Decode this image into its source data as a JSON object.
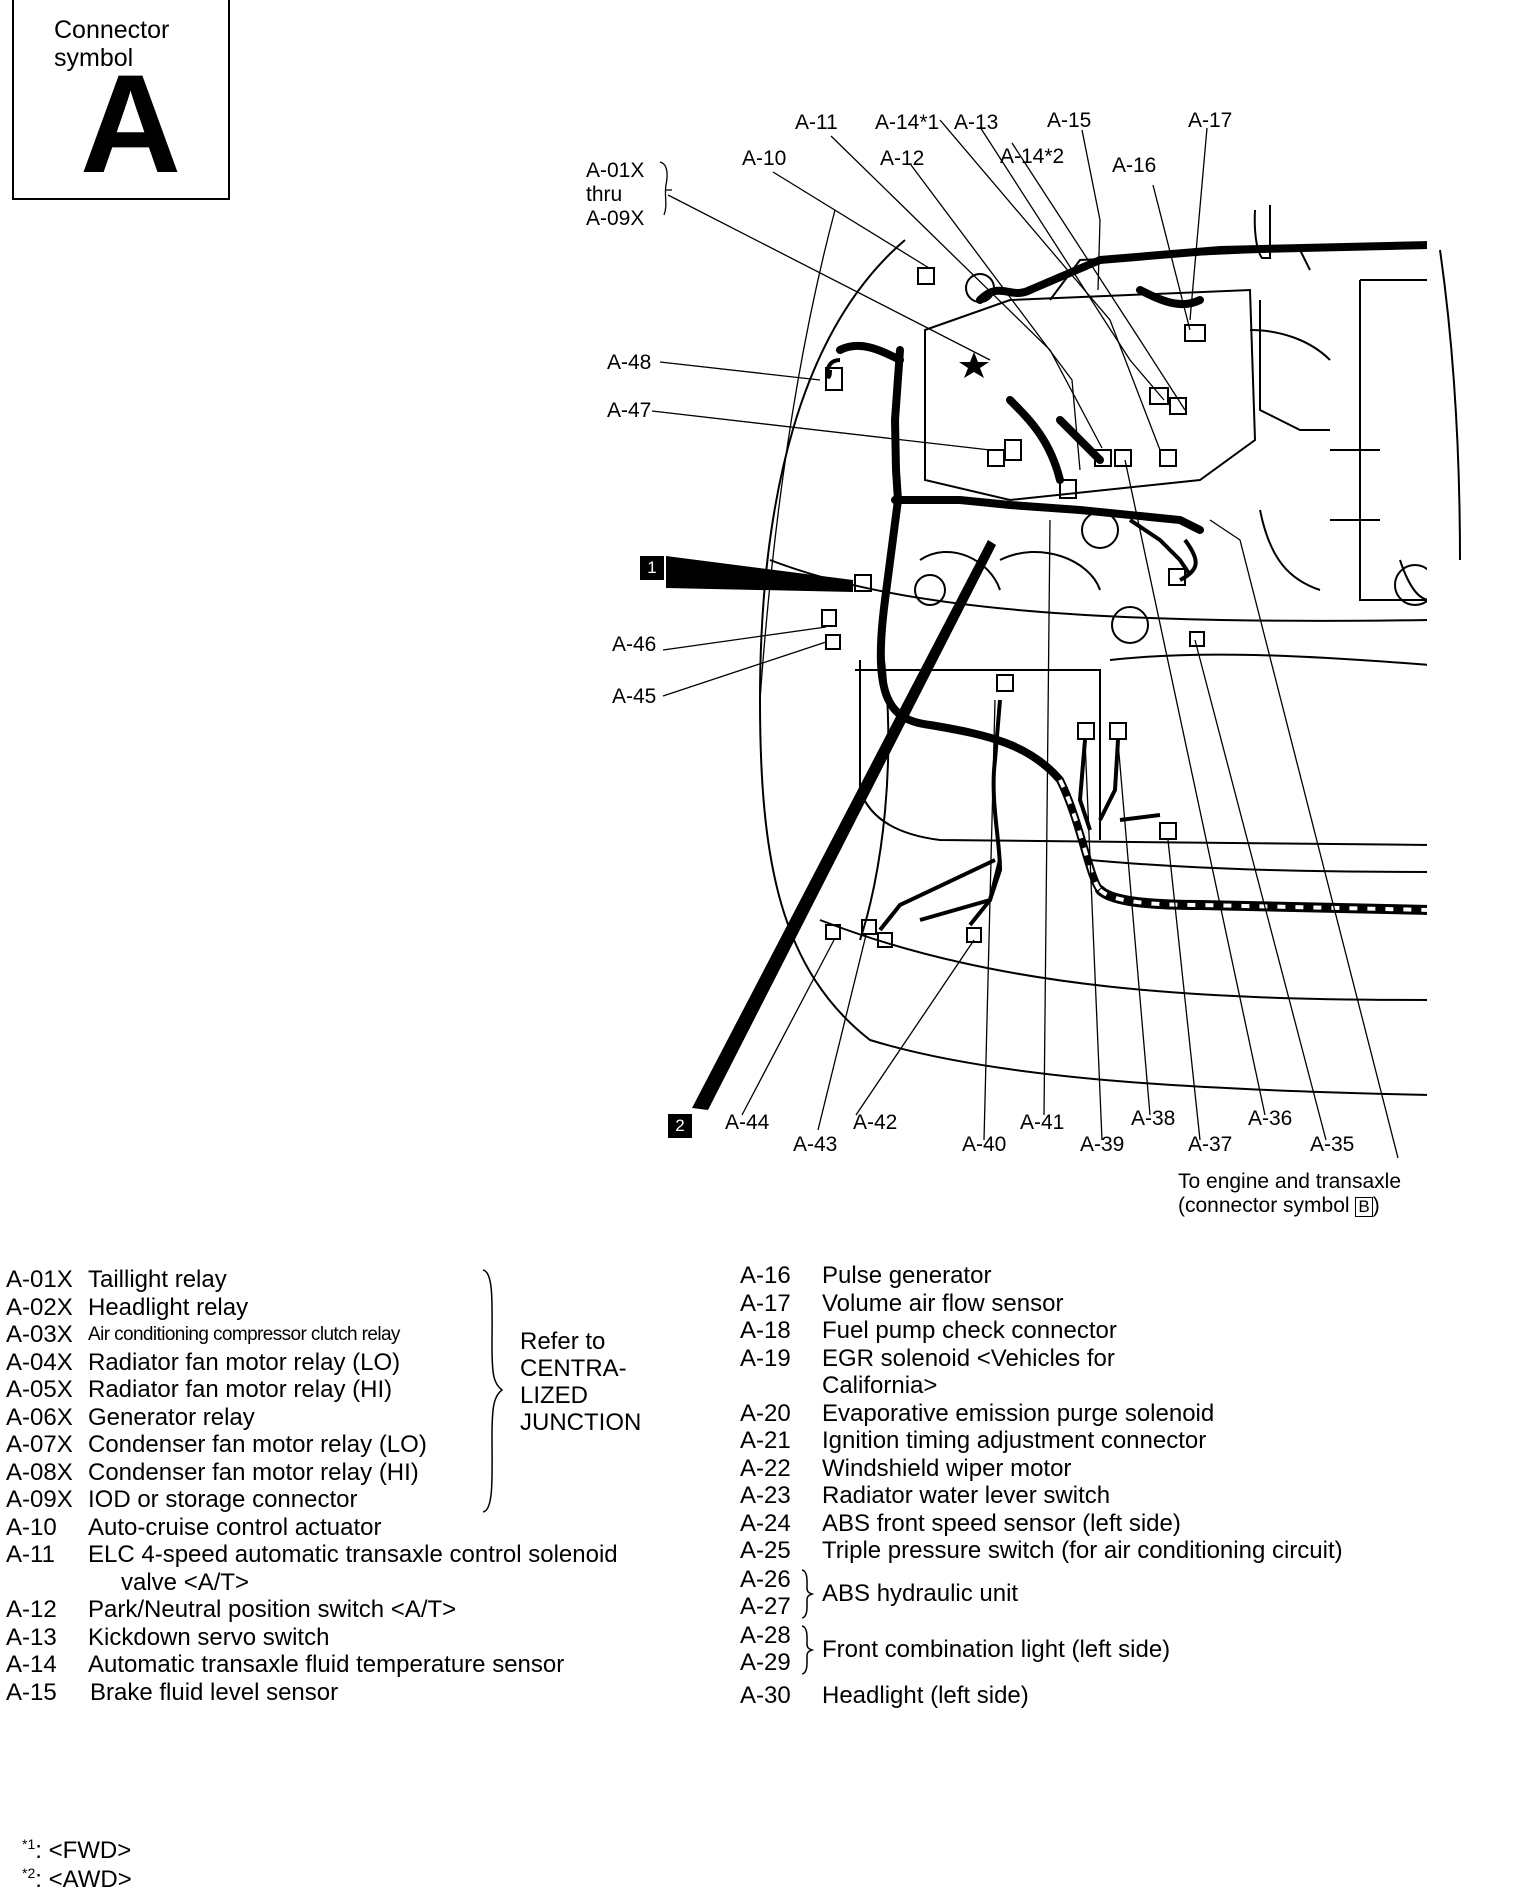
{
  "connector_box": {
    "line1": "Connector",
    "line2": "symbol",
    "letter": "A"
  },
  "labels": {
    "a01x": "A-01X",
    "thru": "thru",
    "a09x": "A-09X",
    "a10": "A-10",
    "a11": "A-11",
    "a12": "A-12",
    "a13": "A-13",
    "a14_1": "A-14*1",
    "a14_2": "A-14*2",
    "a15": "A-15",
    "a16": "A-16",
    "a17": "A-17",
    "a35": "A-35",
    "a36": "A-36",
    "a37": "A-37",
    "a38": "A-38",
    "a39": "A-39",
    "a40": "A-40",
    "a41": "A-41",
    "a42": "A-42",
    "a43": "A-43",
    "a44": "A-44",
    "a45": "A-45",
    "a46": "A-46",
    "a47": "A-47",
    "a48": "A-48",
    "badge1": "1",
    "badge2": "2"
  },
  "to_engine": {
    "line1": "To engine and transaxle",
    "line2_prefix": "(connector symbol ",
    "symbol": "B",
    "line2_suffix": ")"
  },
  "legend_left": [
    {
      "code": "A-01X",
      "name": "Taillight relay"
    },
    {
      "code": "A-02X",
      "name": "Headlight relay"
    },
    {
      "code": "A-03X",
      "name": "Air conditioning compressor clutch relay"
    },
    {
      "code": "A-04X",
      "name": "Radiator fan motor relay (LO)"
    },
    {
      "code": "A-05X",
      "name": "Radiator fan motor relay (HI)"
    },
    {
      "code": "A-06X",
      "name": "Generator relay"
    },
    {
      "code": "A-07X",
      "name": "Condenser fan motor relay (LO)"
    },
    {
      "code": "A-08X",
      "name": "Condenser fan motor relay (HI)"
    },
    {
      "code": "A-09X",
      "name": "IOD or storage connector"
    },
    {
      "code": "A-10",
      "name": "Auto-cruise control actuator"
    },
    {
      "code": "A-11",
      "name": "ELC 4-speed automatic transaxle control solenoid"
    },
    {
      "code": "",
      "name": "valve <A/T>"
    },
    {
      "code": "A-12",
      "name": "Park/Neutral position switch <A/T>"
    },
    {
      "code": "A-13",
      "name": "Kickdown servo switch"
    },
    {
      "code": "A-14",
      "name": "Automatic transaxle fluid temperature sensor"
    },
    {
      "code": "A-15",
      "name": "Brake fluid level sensor"
    }
  ],
  "refer_to": {
    "l1": "Refer to",
    "l2": "CENTRA-",
    "l3": "LIZED",
    "l4": "JUNCTION"
  },
  "legend_right": [
    {
      "code": "A-16",
      "name": "Pulse generator"
    },
    {
      "code": "A-17",
      "name": "Volume air flow sensor"
    },
    {
      "code": "A-18",
      "name": "Fuel pump check connector"
    },
    {
      "code": "A-19",
      "name": "EGR solenoid <Vehicles for"
    },
    {
      "code": "",
      "name": "California>"
    },
    {
      "code": "A-20",
      "name": "Evaporative emission purge solenoid"
    },
    {
      "code": "A-21",
      "name": "Ignition timing adjustment connector"
    },
    {
      "code": "A-22",
      "name": "Windshield wiper motor"
    },
    {
      "code": "A-23",
      "name": "Radiator water lever switch"
    },
    {
      "code": "A-24",
      "name": "ABS front speed sensor (left side)"
    },
    {
      "code": "A-25",
      "name": "Triple pressure switch (for air conditioning circuit)"
    }
  ],
  "legend_groups": [
    {
      "code1": "A-26",
      "code2": "A-27",
      "name": "ABS hydraulic unit"
    },
    {
      "code1": "A-28",
      "code2": "A-29",
      "name": "Front combination light (left side)"
    }
  ],
  "legend_last": {
    "code": "A-30",
    "name": "Headlight (left side)"
  },
  "footnotes": [
    {
      "mark": "*1",
      "text": ": <FWD>"
    },
    {
      "mark": "*2",
      "text": ": <AWD>"
    }
  ]
}
